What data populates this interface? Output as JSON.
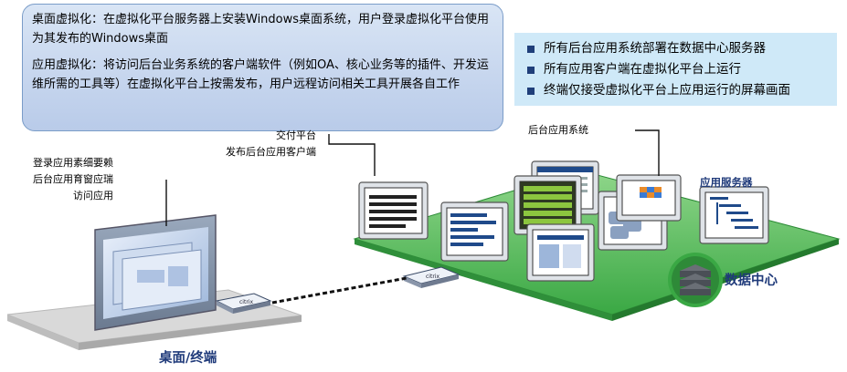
{
  "callout": {
    "desktop_virtualization": "桌面虚拟化：在虚拟化平台服务器上安装Windows桌面系统，用户登录虚拟化平台使用为其发布的Windows桌面",
    "app_virtualization": "应用虚拟化：将访问后台业务系统的客户端软件（例如OA、核心业务等的插件、开发运维所需的工具等）在虚拟化平台上按需发布，用户远程访问相关工具开展各自工作"
  },
  "bullets": [
    "所有后台应用系统部署在数据中心服务器",
    "所有应用客户端在虚拟化平台上运行",
    "终端仅接受虚拟化平台上应用运行的屏幕画面"
  ],
  "labels": {
    "delivery_platform": "交付平台",
    "publish_client": "发布后台应用客户端",
    "backend_systems": "后台应用系统",
    "app_server": "应用服务器",
    "data_center": "数据中心",
    "desktop_terminal": "桌面/终端",
    "left_label_1": "登录应用素细要赖",
    "left_label_2": "后台应用育窗应瑞",
    "left_label_3": "访问应用"
  },
  "colors": {
    "platform_green": "#3fb54a",
    "callout_fill": "#c8d8f0",
    "bullet_fill": "#cfe9f8",
    "title_blue": "#1f3a7a"
  }
}
